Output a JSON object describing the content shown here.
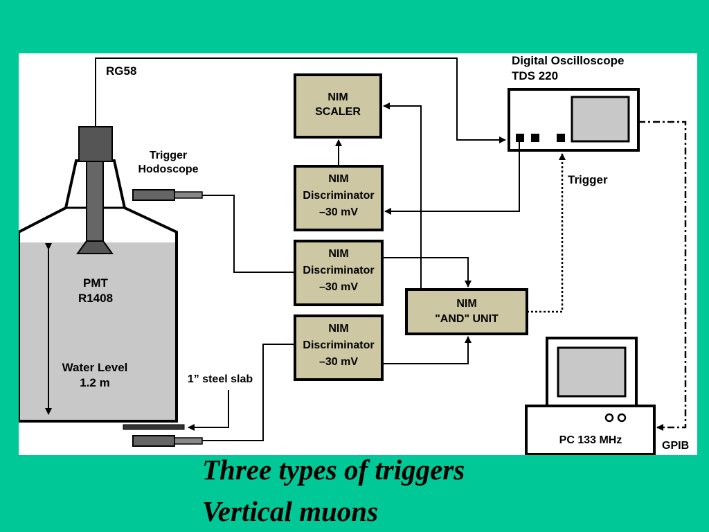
{
  "labels": {
    "cable": "RG58",
    "oscilloscope_line1": "Digital Oscilloscope",
    "oscilloscope_line2": "TDS 220",
    "hodoscope_line1": "Trigger",
    "hodoscope_line2": "Hodoscope",
    "pmt_line1": "PMT",
    "pmt_line2": "R1408",
    "water_line1": "Water Level",
    "water_line2": "1.2 m",
    "slab": "1” steel slab",
    "trigger": "Trigger",
    "gpib": "GPIB"
  },
  "boxes": {
    "scaler": {
      "line1": "NIM",
      "line2": "SCALER"
    },
    "disc1": {
      "line1": "NIM",
      "line2": "Discriminator",
      "line3": "–30 mV"
    },
    "disc2": {
      "line1": "NIM",
      "line2": "Discriminator",
      "line3": "–30 mV"
    },
    "disc3": {
      "line1": "NIM",
      "line2": "Discriminator",
      "line3": "–30 mV"
    },
    "and_unit": {
      "line1": "NIM",
      "line2": "\"AND\" UNIT"
    },
    "pc": {
      "label": "PC 133 MHz"
    }
  },
  "colors": {
    "background": "#00c896",
    "module_fill": "#cdc8a3",
    "water": "#c8c8c8",
    "pmt": "#555555",
    "screen": "#c8c8c8"
  },
  "caption": {
    "line1": "Three types of triggers",
    "line2": "Vertical muons"
  }
}
